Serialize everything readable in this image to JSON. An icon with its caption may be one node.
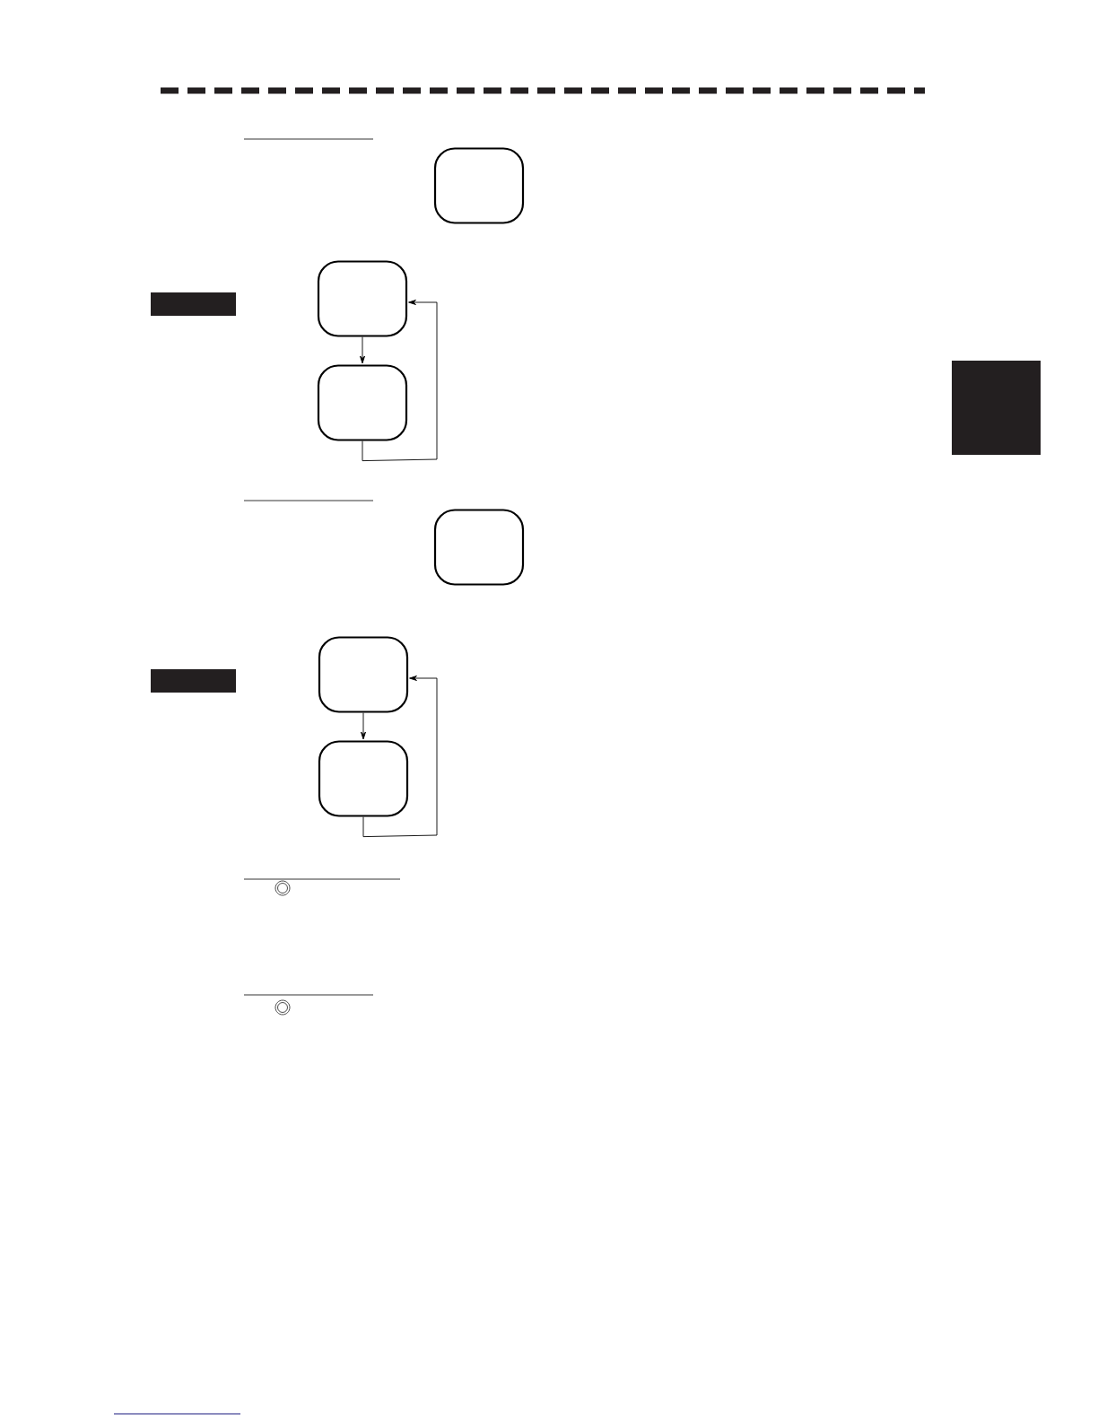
{
  "diagram": {
    "nodes": [
      {
        "text": [],
        "shape": "box"
      },
      {
        "text": [],
        "shape": "box"
      },
      {
        "text": [],
        "shape": "bar"
      },
      {
        "text": [],
        "shape": "bar"
      },
      {
        "text": [],
        "shape": "box"
      },
      {
        "text": [],
        "shape": "box"
      },
      {
        "text": [],
        "shape": "box"
      },
      {
        "text": [],
        "shape": "bar"
      },
      {
        "text": [],
        "shape": "box"
      }
    ],
    "edges": [
      {
        "from": 1,
        "to": 4,
        "arrow": "to"
      },
      {
        "from": 4,
        "to": 1,
        "arrow": "to"
      },
      {
        "from": 6,
        "to": 8,
        "arrow": "to"
      },
      {
        "from": 8,
        "to": 6,
        "arrow": "to"
      }
    ]
  }
}
